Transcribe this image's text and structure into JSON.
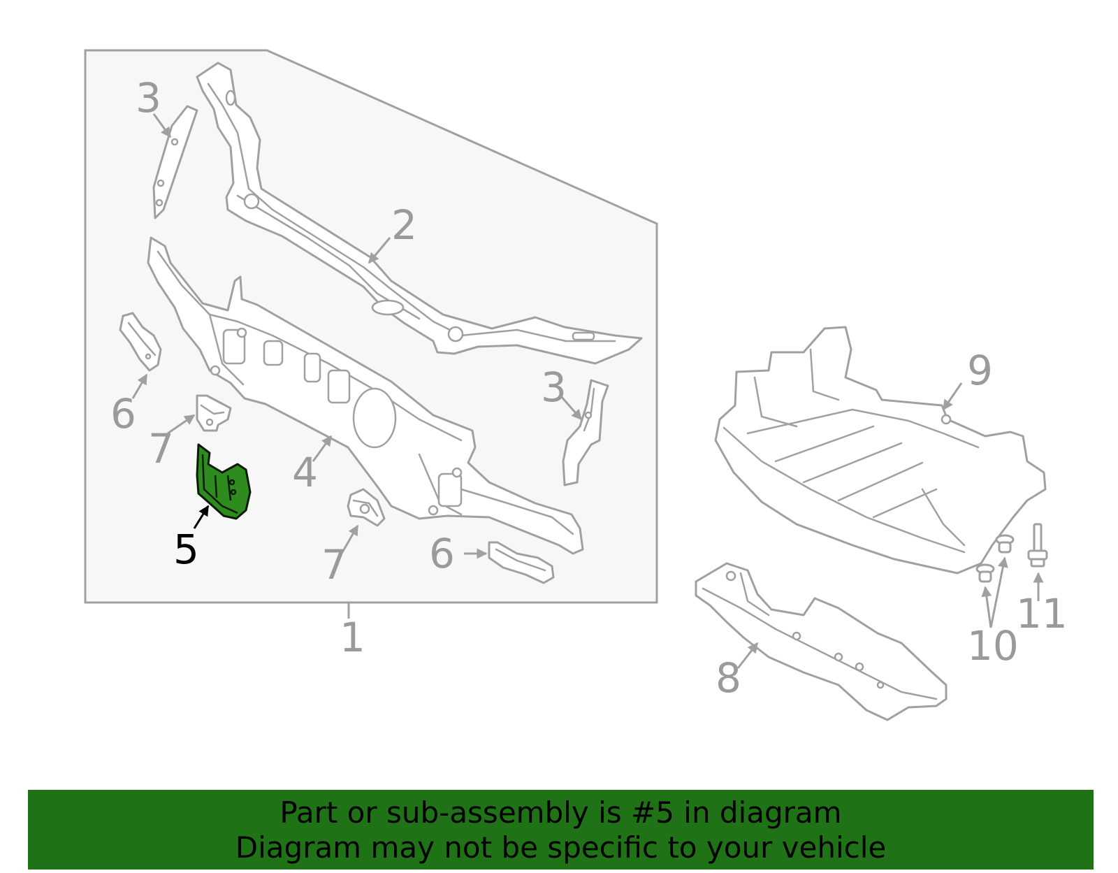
{
  "diagram": {
    "callouts": {
      "c1": "1",
      "c2": "2",
      "c3a": "3",
      "c3b": "3",
      "c4": "4",
      "c5": "5",
      "c6a": "6",
      "c6b": "6",
      "c7a": "7",
      "c7b": "7",
      "c8": "8",
      "c9": "9",
      "c10": "10",
      "c11": "11"
    },
    "highlighted_part": "5",
    "colors": {
      "line": "#a0a0a0",
      "highlight": "#2e8b1e",
      "banner": "#1f7316",
      "panel": "#f7f7f7"
    }
  },
  "banner": {
    "line1": "Part or sub-assembly is #5 in diagram",
    "line2": "Diagram may not be specific to your vehicle"
  }
}
